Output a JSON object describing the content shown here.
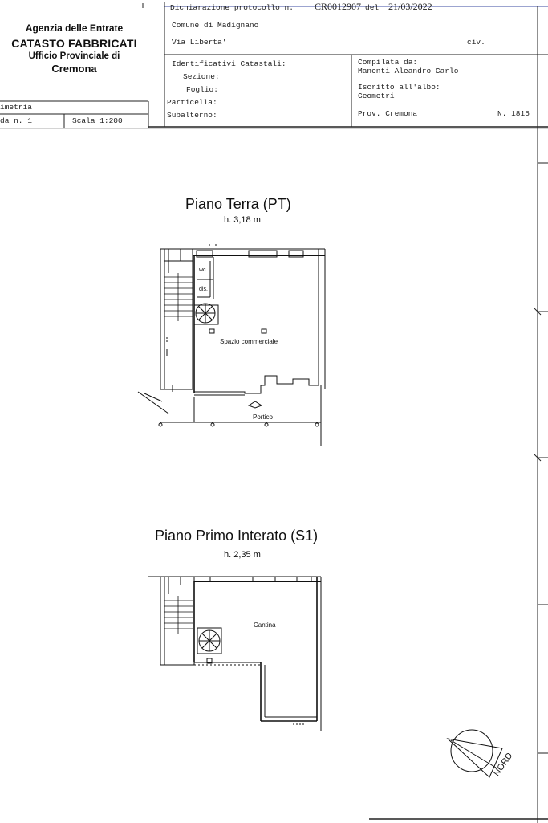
{
  "agency": {
    "line1": "Agenzia delle Entrate",
    "line2": "CATASTO FABBRICATI",
    "line3": "Ufficio Provinciale di",
    "line4": "Cremona"
  },
  "left_box": {
    "row1": "imetria",
    "row2_left": "da n. 1",
    "row2_right": "Scala 1:200"
  },
  "declaration": {
    "prefix": "Dichiarazione protocollo n.",
    "protocol": "CR0012907",
    "del_label": "del",
    "date": "21/03/2022",
    "comune": "Comune di Madignano",
    "via": "Via Liberta'",
    "civ": "civ."
  },
  "identificativi": {
    "heading": "Identificativi Catastali:",
    "sezione": "Sezione:",
    "foglio": "Foglio:",
    "particella": "Particella:",
    "subalterno": "Subalterno:"
  },
  "compilata": {
    "label": "Compilata da:",
    "name": "Manenti Aleandro Carlo",
    "iscritto": "Iscritto all'albo:",
    "albo": "Geometri",
    "prov": "Prov. Cremona",
    "numero": "N. 1815"
  },
  "plan_pt": {
    "title": "Piano Terra (PT)",
    "height": "h. 3,18 m",
    "wc": "wc",
    "dis": "dis.",
    "room": "Spazio commerciale",
    "portico": "Portico"
  },
  "plan_s1": {
    "title": "Piano Primo Interato (S1)",
    "height": "h. 2,35 m",
    "room": "Cantina"
  },
  "north": {
    "label": "NORD"
  }
}
